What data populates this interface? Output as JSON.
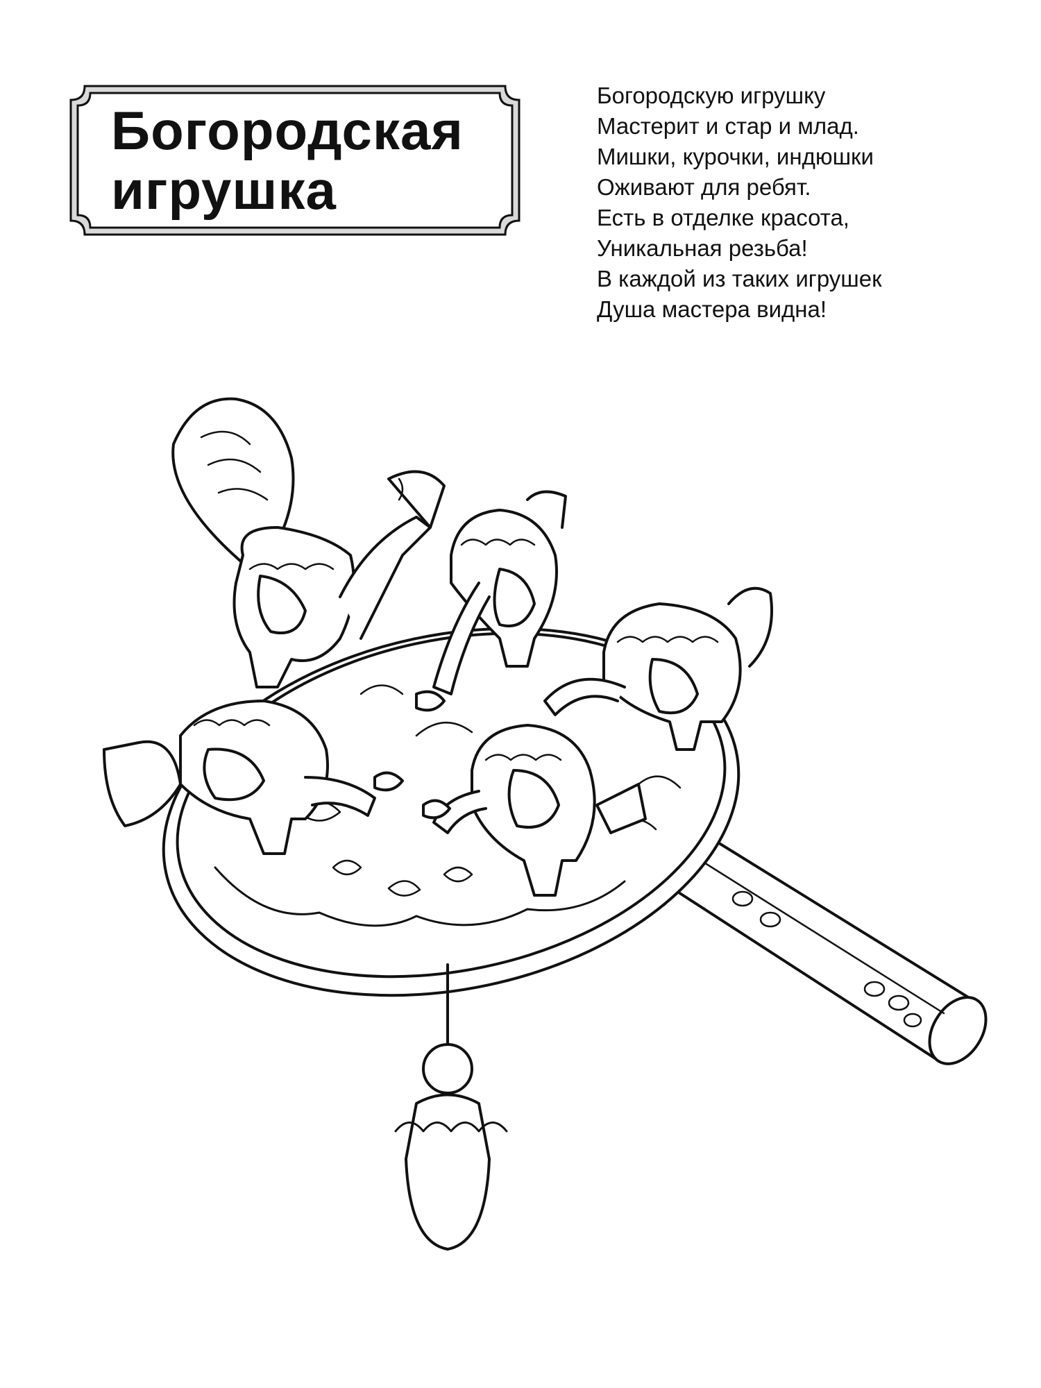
{
  "title": {
    "line1": "Богородская",
    "line2": "игрушка"
  },
  "poem": {
    "lines": [
      "Богородскую игрушку",
      "Мастерит и стар и млад.",
      "Мишки, курочки, индюшки",
      "Оживают для ребят.",
      "Есть в отделке красота,",
      "Уникальная резьба!",
      "В каждой из таких игрушек",
      "Душа мастера видна!"
    ]
  },
  "illustration": {
    "subject": "bogorodsk-pecking-hens-toy",
    "style": "coloring-page-outline"
  }
}
